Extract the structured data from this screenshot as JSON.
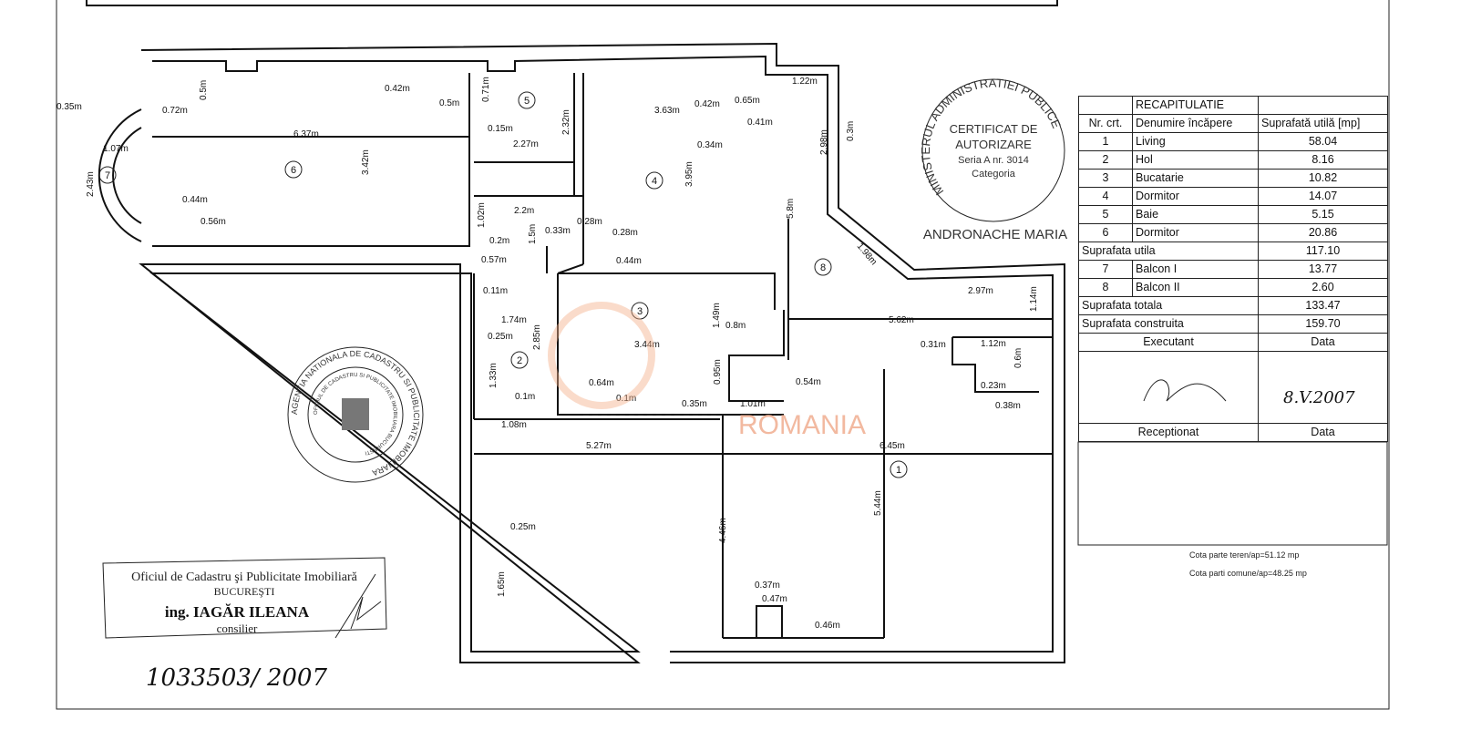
{
  "recap": {
    "title": "RECAPITULATIE",
    "headers": [
      "Nr. crt.",
      "Denumire încăpere",
      "Suprafată utilă [mp]"
    ],
    "rooms": [
      {
        "nr": "1",
        "name": "Living",
        "area": "58.04"
      },
      {
        "nr": "2",
        "name": "Hol",
        "area": "8.16"
      },
      {
        "nr": "3",
        "name": "Bucatarie",
        "area": "10.82"
      },
      {
        "nr": "4",
        "name": "Dormitor",
        "area": "14.07"
      },
      {
        "nr": "5",
        "name": "Baie",
        "area": "5.15"
      },
      {
        "nr": "6",
        "name": "Dormitor",
        "area": "20.86"
      }
    ],
    "useful_label": "Suprafata utila",
    "useful_value": "117.10",
    "balconies": [
      {
        "nr": "7",
        "name": "Balcon I",
        "area": "13.77"
      },
      {
        "nr": "8",
        "name": "Balcon II",
        "area": "2.60"
      }
    ],
    "total_label": "Suprafata totala",
    "total_value": "133.47",
    "built_label": "Suprafata construita",
    "built_value": "159.70",
    "executant_label": "Executant",
    "data_label": "Data",
    "exec_date": "8.V.2007",
    "received_label": "Receptionat",
    "received_data_label": "Data"
  },
  "notes": {
    "land_share": "Cota parte teren/ap=51.12 mp",
    "common_share": "Cota parti comune/ap=48.25 mp",
    "watermark": "ROMANIA",
    "registration": "1033503/ 2007"
  },
  "office_stamp": {
    "line1": "Oficiul de Cadastru şi Publicitate Imobiliară",
    "line2": "BUCUREŞTI",
    "line3": "ing. IAGĂR ILEANA",
    "line4": "consilier"
  },
  "authorization_stamp": {
    "ring": "MINISTERUL ADMINISTRATIEI PUBLICE",
    "line1": "CERTIFICAT DE",
    "line2": "AUTORIZARE",
    "line3": "Seria A nr. 3014",
    "line4": "Categoria",
    "name": "ANDRONACHE MARIA"
  },
  "agency_stamp": {
    "ring": "AGENTIA NATIONALA DE CADASTRU SI PUBLICITATE IMOBILIARA",
    "inner": "OFICIUL DE CADASTRU SI PUBLICITATE IMOBILIARA BUCURESTI"
  },
  "room_numbers": [
    "1",
    "2",
    "3",
    "4",
    "5",
    "6",
    "7",
    "8"
  ],
  "dims": [
    "0.35m",
    "0.72m",
    "0.5m",
    "0.42m",
    "0.5m",
    "6.37m",
    "3.42m",
    "1.07m",
    "2.43m",
    "0.44m",
    "0.56m",
    "0.71m",
    "0.15m",
    "2.27m",
    "2.32m",
    "3.63m",
    "0.42m",
    "0.65m",
    "0.41m",
    "0.34m",
    "3.95m",
    "1.22m",
    "2.98m",
    "0.3m",
    "5.8m",
    "1.98m",
    "2.97m",
    "1.14m",
    "5.62m",
    "2.2m",
    "1.02m",
    "1.5m",
    "0.33m",
    "0.28m",
    "0.28m",
    "0.2m",
    "0.57m",
    "0.44m",
    "0.11m",
    "1.74m",
    "2.85m",
    "0.25m",
    "1.33m",
    "0.1m",
    "1.49m",
    "0.8m",
    "3.44m",
    "0.95m",
    "0.54m",
    "0.64m",
    "0.1m",
    "0.35m",
    "1.01m",
    "0.31m",
    "1.12m",
    "0.6m",
    "0.23m",
    "0.38m",
    "1.08m",
    "5.27m",
    "6.45m",
    "4.46m",
    "5.44m",
    "0.37m",
    "0.47m",
    "0.46m",
    "1.65m",
    "0.25m"
  ]
}
